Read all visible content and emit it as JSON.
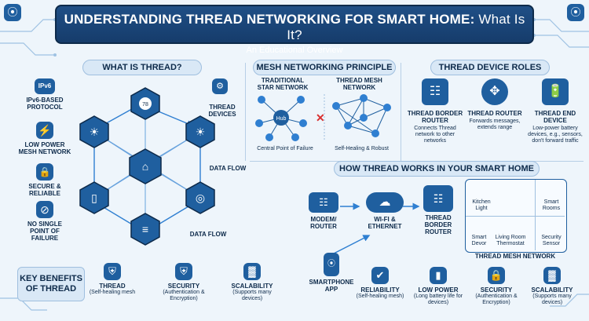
{
  "title": {
    "main": "UNDERSTANDING THREAD NETWORKING FOR SMART HOME:",
    "main_suffix": "What Is It?",
    "subtitle": "An Educational Overview"
  },
  "what_is_thread": {
    "heading": "WHAT IS THREAD?",
    "features": [
      {
        "icon": "ipv6-icon",
        "badge": "IPv6",
        "label": "IPv6-BASED PROTOCOL"
      },
      {
        "icon": "lightning-icon",
        "label": "LOW POWER MESH NETWORK"
      },
      {
        "icon": "lock-icon",
        "label": "SECURE & RELIABLE"
      },
      {
        "icon": "no-single-point-icon",
        "label": "NO SINGLE POINT OF FAILURE"
      }
    ],
    "callouts": {
      "devices": "THREAD DEVICES",
      "data_flow_1": "DATA FLOW",
      "data_flow_2": "DATA FLOW"
    },
    "hub_value": "78"
  },
  "mesh_principle": {
    "heading": "MESH NETWORKING PRINCIPLE",
    "star_label": "TRADITIONAL STAR NETWORK",
    "mesh_label": "THREAD MESH NETWORK",
    "hub": "Hub",
    "star_caption": "Central Point of Failure",
    "mesh_caption": "Self-Healing & Robust"
  },
  "device_roles": {
    "heading": "THREAD DEVICE ROLES",
    "roles": [
      {
        "title": "THREAD BORDER ROUTER",
        "desc": "Connects Thread network to other networks"
      },
      {
        "title": "THREAD ROUTER",
        "desc": "Forwards messages, extends range"
      },
      {
        "title": "THREAD END DEVICE",
        "desc": "Low-power battery devices, e.g., sensors, don't forward traffic"
      }
    ]
  },
  "how_it_works": {
    "heading": "HOW THREAD WORKS IN YOUR SMART HOME",
    "modem": "MODEM/ ROUTER",
    "wifi": "WI-FI & ETHERNET",
    "border_router": "THREAD BORDER ROUTER",
    "smartphone": "SMARTPHONE APP",
    "mesh_caption": "THREAD MESH NETWORK",
    "rooms": [
      "Kitchen Light",
      "Smart Rooms",
      "Smart Devor",
      "Living Room Thermostat",
      "Security Sensor"
    ]
  },
  "key_benefits": {
    "heading": "KEY BENEFITS OF THREAD",
    "left": [
      {
        "title": "THREAD",
        "desc": "(Self-healing mesh"
      },
      {
        "title": "SECURITY",
        "desc": "(Authentication & Encryption)"
      },
      {
        "title": "SCALABILITY",
        "desc": "(Supports many devices)"
      }
    ],
    "right": [
      {
        "title": "RELIABILITY",
        "desc": "(Self-healing mesh)"
      },
      {
        "title": "LOW POWER",
        "desc": "(Long battery life for devices)"
      },
      {
        "title": "SECURITY",
        "desc": "(Authentication & Encryption)"
      },
      {
        "title": "SCALABILITY",
        "desc": "(Supports many devices)"
      }
    ]
  },
  "colors": {
    "navy": "#163c6b",
    "blue": "#1f5f9f",
    "light": "#d9e8f6",
    "accent": "#2f7fd1"
  }
}
